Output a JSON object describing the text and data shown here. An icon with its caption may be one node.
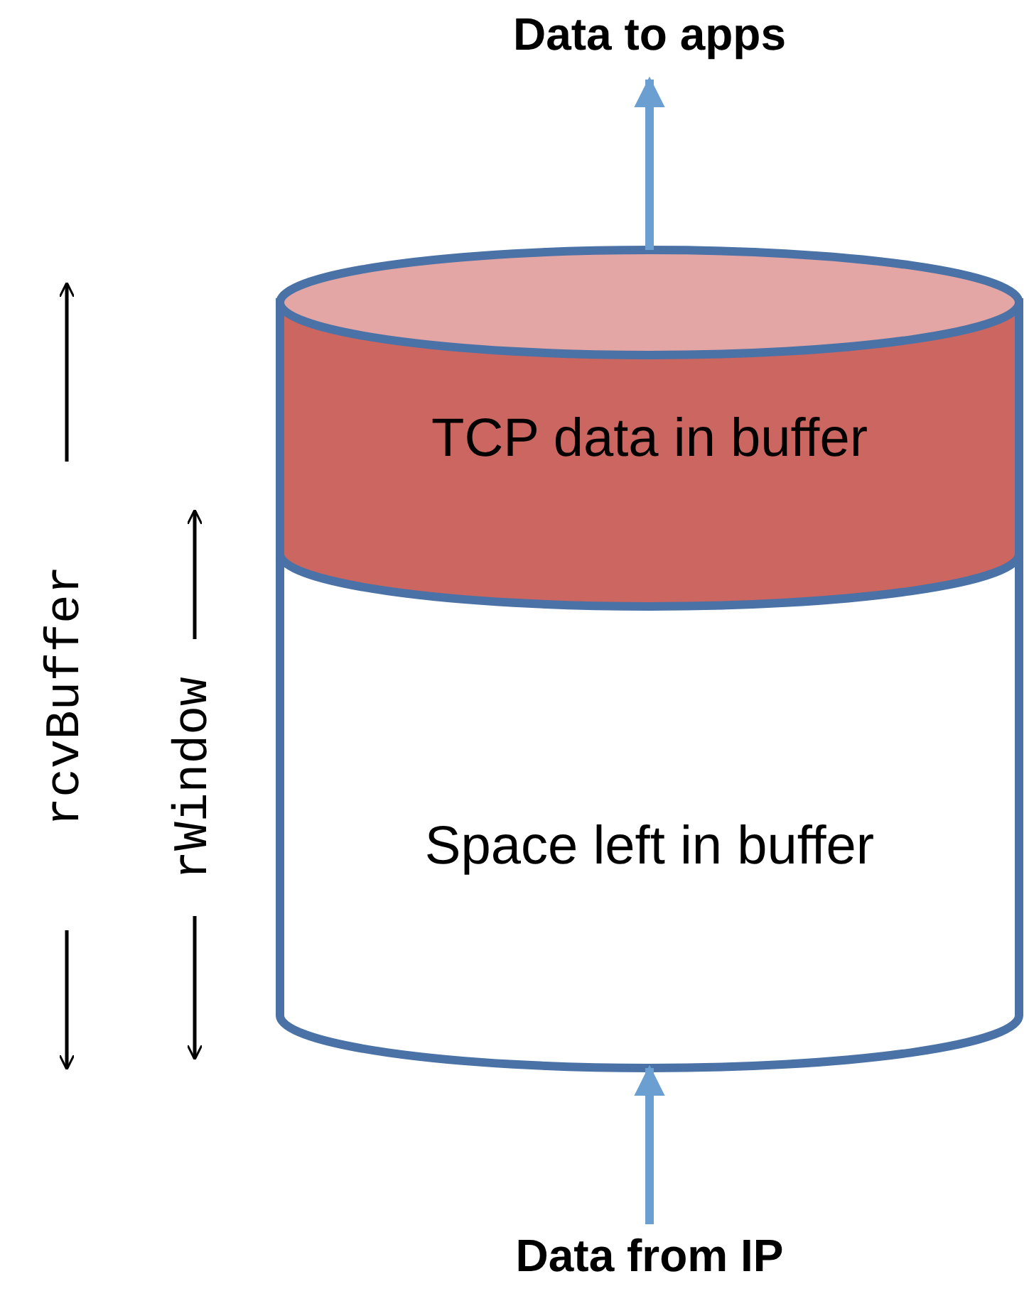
{
  "diagram": {
    "nodes": [
      {
        "text": [
          "Data to apps"
        ]
      },
      {
        "text": [
          "TCP data in buffer"
        ]
      },
      {
        "text": [
          "Space left in buffer"
        ]
      },
      {
        "text": [
          "Data from IP"
        ]
      }
    ],
    "edges": [
      {
        "from": 1,
        "to": 0,
        "arrow": "to",
        "color": "#6b9fd1"
      },
      {
        "from": 3,
        "to": 2,
        "arrow": "to",
        "color": "#6b9fd1"
      }
    ],
    "labels": [
      "rcvBuffer",
      "rWindow"
    ]
  }
}
